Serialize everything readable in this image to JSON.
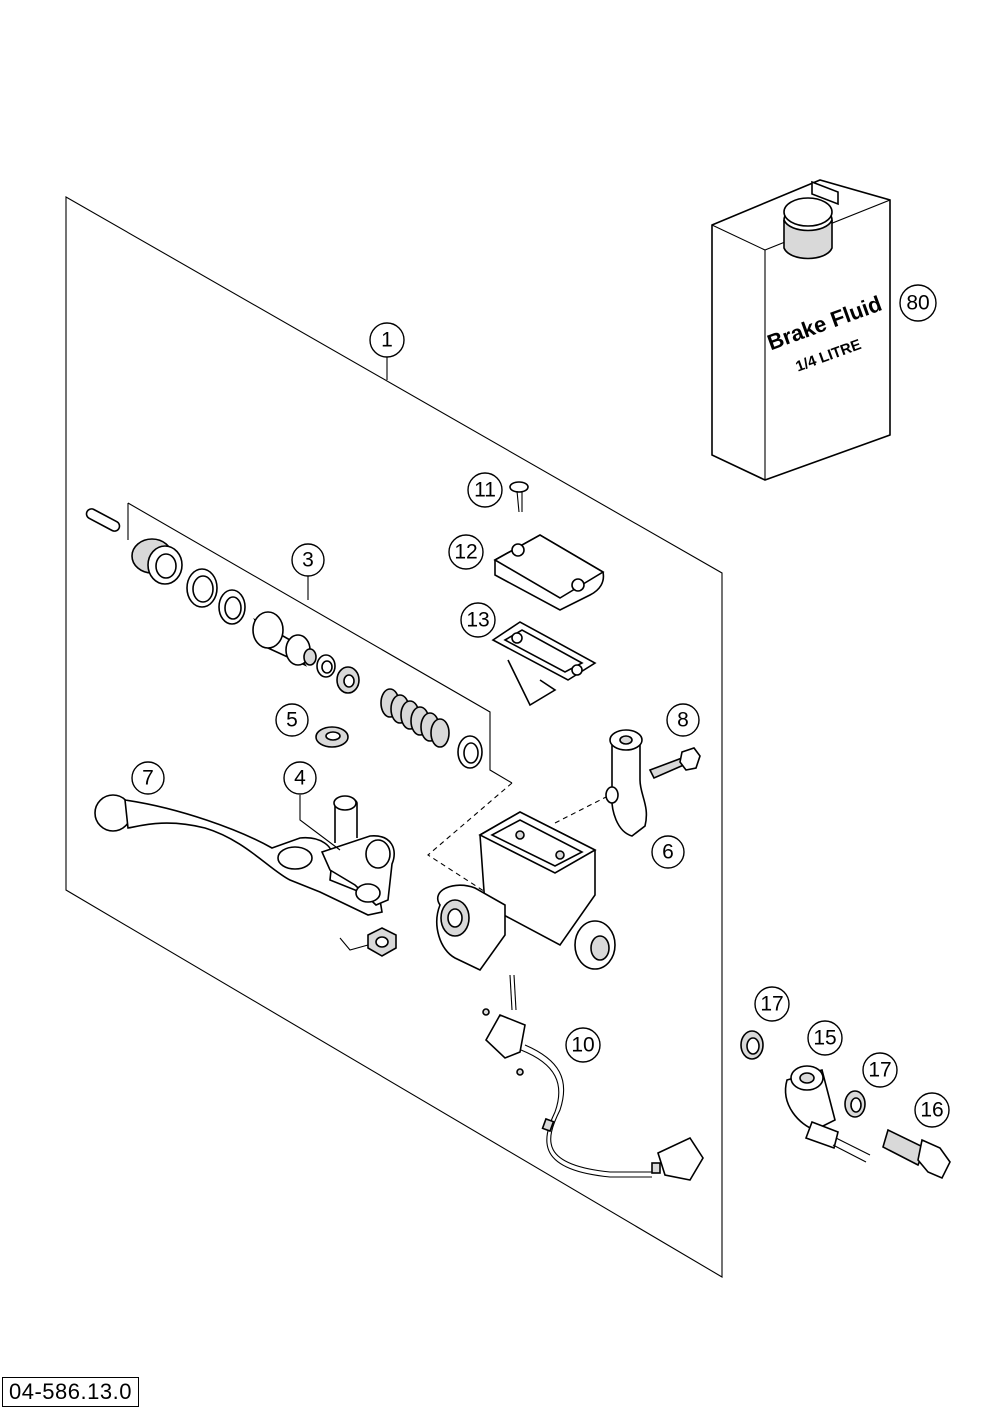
{
  "drawing": {
    "number": "04-586.13.0"
  },
  "brake_fluid": {
    "line1": "Brake Fluid",
    "line2": "1/4 LITRE"
  },
  "callouts": {
    "c1": "1",
    "c3": "3",
    "c4": "4",
    "c5": "5",
    "c6": "6",
    "c7": "7",
    "c8": "8",
    "c10": "10",
    "c11": "11",
    "c12": "12",
    "c13": "13",
    "c15": "15",
    "c16": "16",
    "c17a": "17",
    "c17b": "17",
    "c80": "80"
  }
}
